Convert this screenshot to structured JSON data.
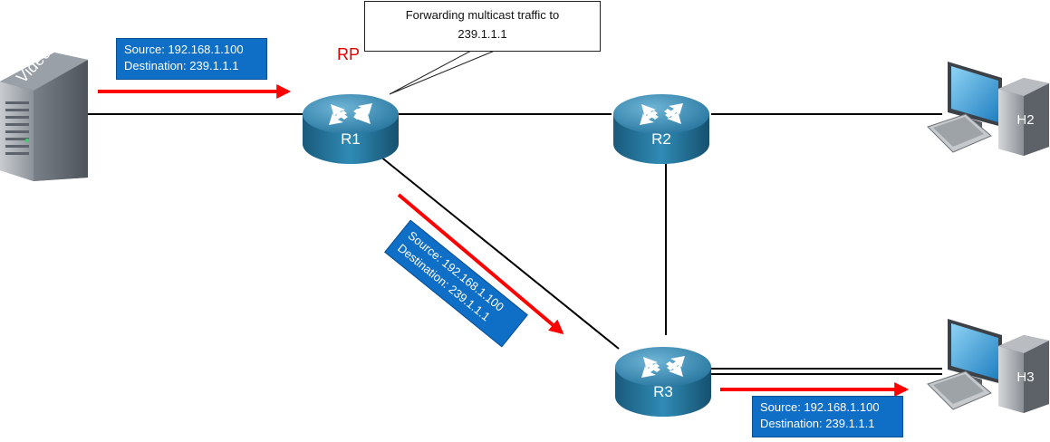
{
  "callout": {
    "line1": "Forwarding multicast traffic to",
    "line2": "239.1.1.1"
  },
  "rp_label": "RP",
  "server": {
    "label": "Video",
    "icon": "video-server-icon"
  },
  "routers": [
    {
      "id": "r1",
      "label": "R1"
    },
    {
      "id": "r2",
      "label": "R2"
    },
    {
      "id": "r3",
      "label": "R3"
    }
  ],
  "hosts": [
    {
      "id": "h2",
      "label": "H2",
      "icon": "desktop-computer-icon"
    },
    {
      "id": "h3",
      "label": "H3",
      "icon": "desktop-computer-icon"
    }
  ],
  "packets": {
    "server_to_r1": {
      "source": "Source: 192.168.1.100",
      "destination": "Destination: 239.1.1.1"
    },
    "r1_to_r3": {
      "source": "Source: 192.168.1.100",
      "destination": "Destination: 239.1.1.1"
    },
    "r3_to_h3": {
      "source": "Source: 192.168.1.100",
      "destination": "Destination: 239.1.1.1"
    }
  },
  "colors": {
    "router_top": "#2d7ca3",
    "router_side": "#1a5f84",
    "arrow": "#ff0000",
    "packet_box": "#0f6fc6",
    "rp_text": "#e00000"
  }
}
